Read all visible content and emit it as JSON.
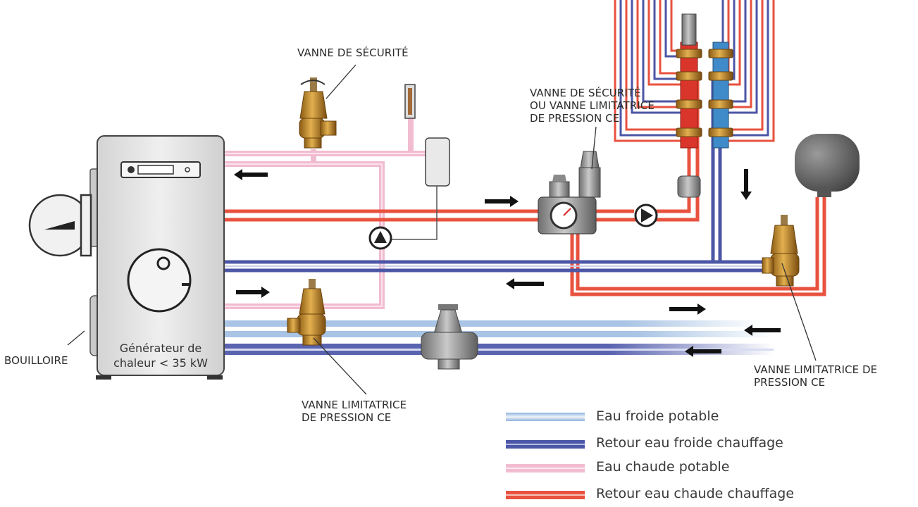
{
  "labels": {
    "safety_valve_top": "VANNE DE SÉCURITÉ",
    "safety_valve_or_limiter": "VANNE DE SÉCURITÉ\nOU VANNE LIMITATRICE\nDE PRESSION CE",
    "limiter_bottom": "VANNE LIMITATRICE\nDE PRESSION CE",
    "limiter_right": "VANNE LIMITATRICE DE\nPRESSION CE",
    "boiler": "BOUILLOIRE",
    "generator": "Générateur de\nchaleur < 35 kW"
  },
  "legend": [
    {
      "label": "Eau froide potable",
      "color": "#a9c4e4"
    },
    {
      "label": "Retour eau froide chauffage",
      "color": "#4c56a6"
    },
    {
      "label": "Eau chaude potable",
      "color": "#f2bcd0"
    },
    {
      "label": "Retour eau chaude chauffage",
      "color": "#e8523f"
    }
  ],
  "colors": {
    "cold_potable": "#a9c4e4",
    "cold_return": "#4c56a6",
    "hot_potable": "#f2bcd0",
    "hot_return": "#e8523f",
    "brass": "#c9902f",
    "generator_body": "#e4e4e4"
  }
}
